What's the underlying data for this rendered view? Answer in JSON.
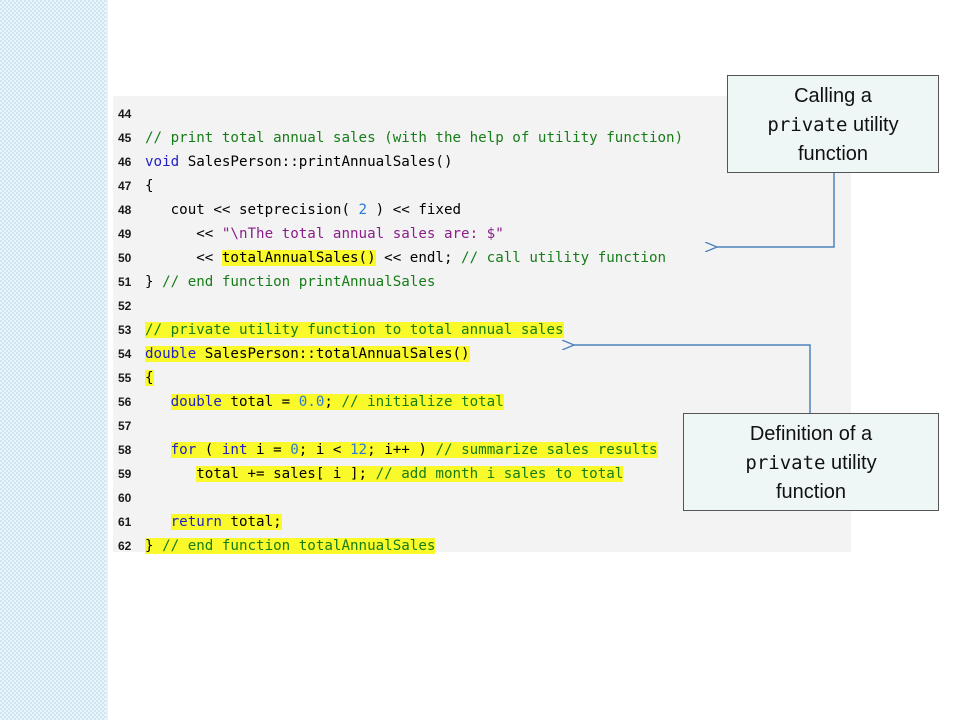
{
  "code_lines": [
    {
      "ln": "44",
      "segments": []
    },
    {
      "ln": "45",
      "segments": [
        {
          "text": "// print total annual sales (with the help of utility function)",
          "cls": "cm"
        }
      ]
    },
    {
      "ln": "46",
      "segments": [
        {
          "text": "void",
          "cls": "kw"
        },
        {
          "text": " SalesPerson::printAnnualSales()",
          "cls": ""
        }
      ]
    },
    {
      "ln": "47",
      "segments": [
        {
          "text": "{",
          "cls": ""
        }
      ]
    },
    {
      "ln": "48",
      "segments": [
        {
          "text": "   cout << setprecision( ",
          "cls": ""
        },
        {
          "text": "2",
          "cls": "nm"
        },
        {
          "text": " ) << fixed",
          "cls": ""
        }
      ]
    },
    {
      "ln": "49",
      "segments": [
        {
          "text": "      << ",
          "cls": ""
        },
        {
          "text": "\"\\nThe total annual sales are: $\"",
          "cls": "st"
        }
      ]
    },
    {
      "ln": "50",
      "segments": [
        {
          "text": "      << ",
          "cls": ""
        },
        {
          "text": "totalAnnualSales()",
          "cls": "hl"
        },
        {
          "text": " << endl; ",
          "cls": ""
        },
        {
          "text": "// call utility function",
          "cls": "cm"
        }
      ]
    },
    {
      "ln": "51",
      "segments": [
        {
          "text": "} ",
          "cls": ""
        },
        {
          "text": "// end function printAnnualSales",
          "cls": "cm"
        }
      ]
    },
    {
      "ln": "52",
      "segments": []
    },
    {
      "ln": "53",
      "segments": [
        {
          "text": "// private utility function to total annual sales",
          "cls": "cm hl"
        }
      ]
    },
    {
      "ln": "54",
      "segments": [
        {
          "text": "double",
          "cls": "kw hl"
        },
        {
          "text": " SalesPerson::totalAnnualSales()",
          "cls": "hl"
        }
      ]
    },
    {
      "ln": "55",
      "segments": [
        {
          "text": "{",
          "cls": "hl"
        }
      ]
    },
    {
      "ln": "56",
      "segments": [
        {
          "text": "   ",
          "cls": ""
        },
        {
          "text": "double",
          "cls": "kw hl"
        },
        {
          "text": " total = ",
          "cls": "hl"
        },
        {
          "text": "0.0",
          "cls": "nm hl"
        },
        {
          "text": "; ",
          "cls": "hl"
        },
        {
          "text": "// initialize total",
          "cls": "cm hl"
        }
      ]
    },
    {
      "ln": "57",
      "segments": []
    },
    {
      "ln": "58",
      "segments": [
        {
          "text": "   ",
          "cls": ""
        },
        {
          "text": "for",
          "cls": "kw hl"
        },
        {
          "text": " ( ",
          "cls": "hl"
        },
        {
          "text": "int",
          "cls": "kw hl"
        },
        {
          "text": " i = ",
          "cls": "hl"
        },
        {
          "text": "0",
          "cls": "nm hl"
        },
        {
          "text": "; i < ",
          "cls": "hl"
        },
        {
          "text": "12",
          "cls": "nm hl"
        },
        {
          "text": "; i++ ) ",
          "cls": "hl"
        },
        {
          "text": "// summarize sales results",
          "cls": "cm hl"
        }
      ]
    },
    {
      "ln": "59",
      "segments": [
        {
          "text": "      ",
          "cls": ""
        },
        {
          "text": "total += sales[ i ]; ",
          "cls": "hl"
        },
        {
          "text": "// add month i sales to total",
          "cls": "cm hl"
        }
      ]
    },
    {
      "ln": "60",
      "segments": []
    },
    {
      "ln": "61",
      "segments": [
        {
          "text": "   ",
          "cls": ""
        },
        {
          "text": "return",
          "cls": "kw hl"
        },
        {
          "text": " total;",
          "cls": "hl"
        }
      ]
    },
    {
      "ln": "62",
      "segments": [
        {
          "text": "} ",
          "cls": "hl"
        },
        {
          "text": "// end function totalAnnualSales",
          "cls": "cm hl"
        }
      ]
    }
  ],
  "callouts": {
    "calling": {
      "line1": "Calling a",
      "mono": "private",
      "rest": " utility",
      "line3": "function"
    },
    "definition": {
      "line1": "Definition of a",
      "mono": "private",
      "rest": " utility",
      "line3": "function"
    }
  }
}
